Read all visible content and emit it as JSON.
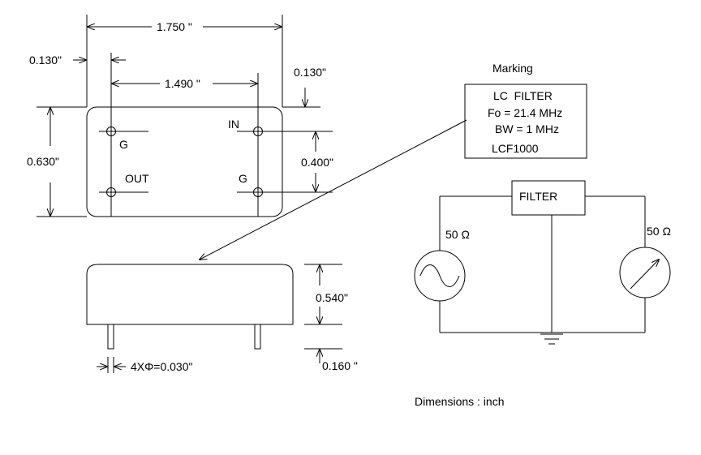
{
  "dimensions": {
    "overall_length": "1.750 \"",
    "pin_offset": "0.130\"",
    "pin_pitch": "1.490 \"",
    "edge_offset": "0.130\"",
    "width": "0.630\"",
    "pin_row_spacing": "0.400\"",
    "body_height": "0.540\"",
    "pin_length": "0.160 \"",
    "pin_diameter": "4XΦ=0.030\""
  },
  "pins": {
    "g_top": "G",
    "in": "IN",
    "out": "OUT",
    "g_bottom": "G"
  },
  "marking": {
    "title": "Marking",
    "line1": "LC  FILTER",
    "line2": "Fo = 21.4 MHz",
    "line3": "BW = 1 MHz",
    "line4": "LCF1000"
  },
  "circuit": {
    "filter_label": "FILTER",
    "source_impedance": "50 Ω",
    "load_impedance": "50 Ω"
  },
  "footer": {
    "units": "Dimensions : inch"
  }
}
